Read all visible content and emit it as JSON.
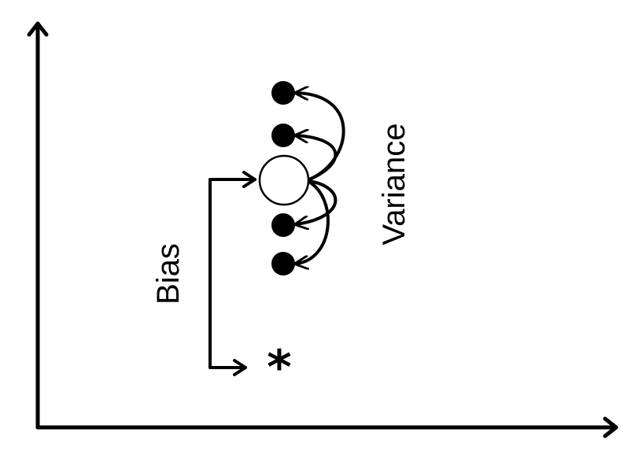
{
  "labels": {
    "bias": "Bias",
    "variance": "Variance",
    "true_value_marker": "*"
  },
  "colors": {
    "ink": "#000000",
    "background": "#ffffff",
    "target_fill": "#ffffff"
  },
  "icons": {
    "estimate": "filled-circle",
    "expected_estimate": "hollow-circle",
    "true_value": "asterisk"
  }
}
